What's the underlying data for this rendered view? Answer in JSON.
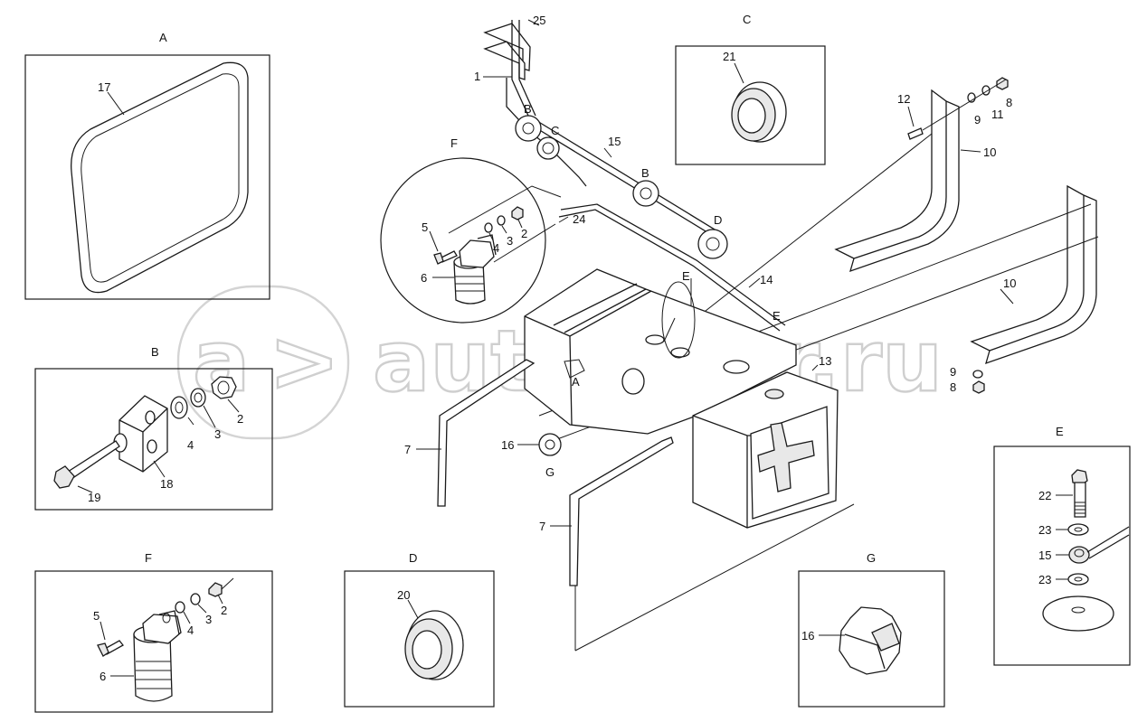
{
  "watermark": "autopiter.ru",
  "sections": {
    "A": "A",
    "B": "B",
    "C": "C",
    "D": "D",
    "E": "E",
    "F": "F",
    "G": "G"
  },
  "main_callouts": {
    "c1": "1",
    "c25": "25",
    "c15": "15",
    "cB1": "B",
    "cC": "C",
    "cB2": "B",
    "cD": "D",
    "c14": "14",
    "cE": "E",
    "c12": "12",
    "c9a": "9",
    "c11": "11",
    "c8a": "8",
    "c10a": "10",
    "c10b": "10",
    "c9b": "9",
    "c8b": "8",
    "c13": "13",
    "c7a": "7",
    "c7b": "7",
    "cA": "A",
    "c16": "16",
    "cG": "G",
    "c24": "24",
    "cE2": "E"
  },
  "inset_F_circle": {
    "title": "F",
    "l5": "5",
    "l4": "4",
    "l3": "3",
    "l2": "2",
    "l6": "6"
  },
  "detail_A": {
    "l17": "17"
  },
  "detail_B": {
    "l2": "2",
    "l3": "3",
    "l4": "4",
    "l18": "18",
    "l19": "19"
  },
  "detail_C": {
    "l21": "21"
  },
  "detail_D": {
    "l20": "20"
  },
  "detail_E": {
    "l22": "22",
    "l23a": "23",
    "l15": "15",
    "l23b": "23"
  },
  "detail_F": {
    "l5": "5",
    "l4": "4",
    "l3": "3",
    "l2": "2",
    "l6": "6"
  },
  "detail_G": {
    "l16": "16"
  }
}
